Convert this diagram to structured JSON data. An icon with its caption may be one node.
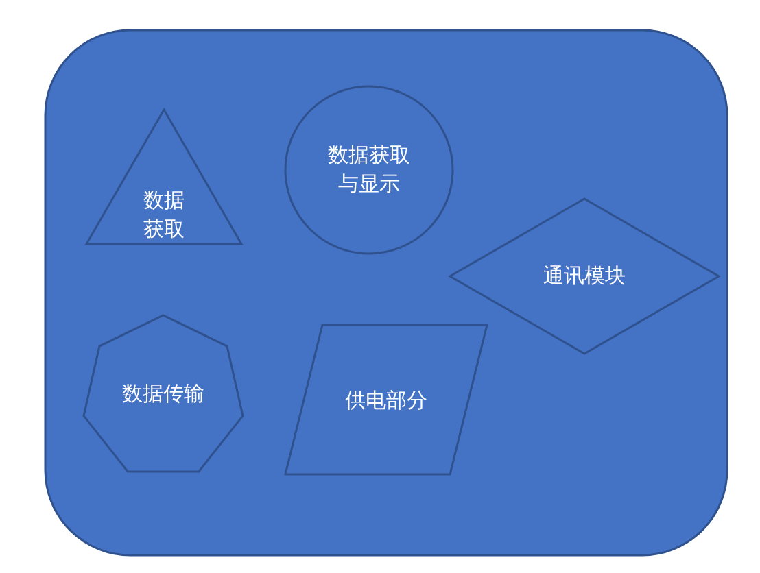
{
  "diagram": {
    "nodes": [
      {
        "text": [],
        "shape": "box"
      },
      {
        "text": [
          "数据获取"
        ],
        "in": 0
      },
      {
        "text": [
          "数据获取与显示"
        ],
        "in": 0
      },
      {
        "text": [
          "通讯模块"
        ],
        "in": 0
      },
      {
        "text": [
          "数据传输"
        ],
        "in": 0
      },
      {
        "text": [
          "供电部分"
        ],
        "in": 0
      }
    ],
    "edges": []
  }
}
